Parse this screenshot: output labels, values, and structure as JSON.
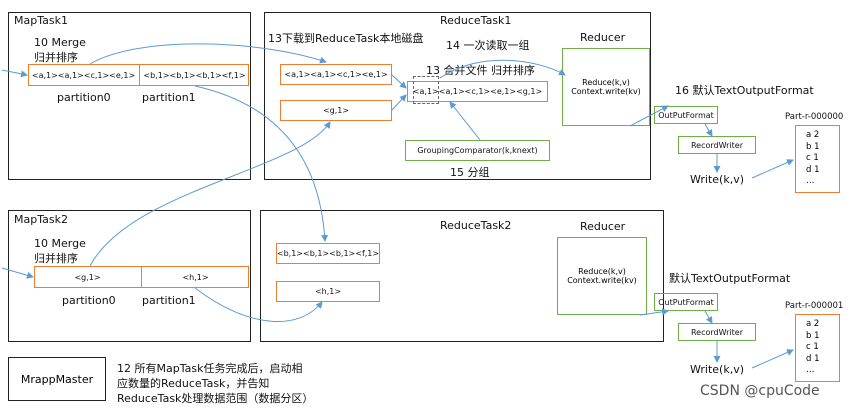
{
  "maptask1": {
    "title": "MapTask1",
    "merge": "10 Merge",
    "sort": "归并排序",
    "p0_data": "<a,1><a,1><c,1><e,1>",
    "p1_data": "<b,1><b,1><b,1><f,1>",
    "p0_label": "partition0",
    "p1_label": "partition1"
  },
  "maptask2": {
    "title": "MapTask2",
    "merge": "10 Merge",
    "sort": "归并排序",
    "p0_data": "<g,1>",
    "p1_data": "<h,1>",
    "p0_label": "partition0",
    "p1_label": "partition1"
  },
  "reducetask1": {
    "title": "ReduceTask1",
    "download": "13下载到ReduceTask本地磁盘",
    "read_group": "14 一次读取一组",
    "merge_files": "13 合并文件 归并排序",
    "box_a": "<a,1><a,1><c,1><e,1>",
    "box_g": "<g,1>",
    "merged": "<a,1><a,1><c,1><e,1><g,1>",
    "grouping": "GroupingComparator(k,knext)",
    "grouping_label": "15 分组",
    "reducer_title": "Reducer",
    "reduce_line1": "Reduce(k,v)",
    "reduce_line2": "Context.write(kv)"
  },
  "reducetask2": {
    "title": "ReduceTask2",
    "box_b": "<b,1><b,1><b,1><f,1>",
    "box_h": "<h,1>",
    "reducer_title": "Reducer",
    "reduce_line1": "Reduce(k,v)",
    "reduce_line2": "Context.write(kv)"
  },
  "output1": {
    "format_label": "16 默认TextOutputFormat",
    "outputformat": "OutPutFormat",
    "recordwriter": "RecordWriter",
    "write": "Write(k,v)",
    "file": "Part-r-000000",
    "lines": [
      "a 2",
      "b 1",
      "c 1",
      "d 1",
      "…"
    ]
  },
  "output2": {
    "format_label": "默认TextOutputFormat",
    "outputformat": "OutPutFormat",
    "recordwriter": "RecordWriter",
    "write": "Write(k,v)",
    "file": "Part-r-000001",
    "lines": [
      "a 2",
      "b 1",
      "c 1",
      "d 1",
      "…"
    ]
  },
  "master": {
    "label": "MrappMaster",
    "note1": "12 所有MapTask任务完成后，启动相",
    "note2": "应数量的ReduceTask，并告知",
    "note3": "ReduceTask处理数据范围（数据分区）"
  },
  "watermark": "CSDN @cpuCode",
  "colors": {
    "orange": "#ed7d31",
    "green": "#70ad47",
    "arrow": "#5b9bd5",
    "border": "#222222"
  }
}
